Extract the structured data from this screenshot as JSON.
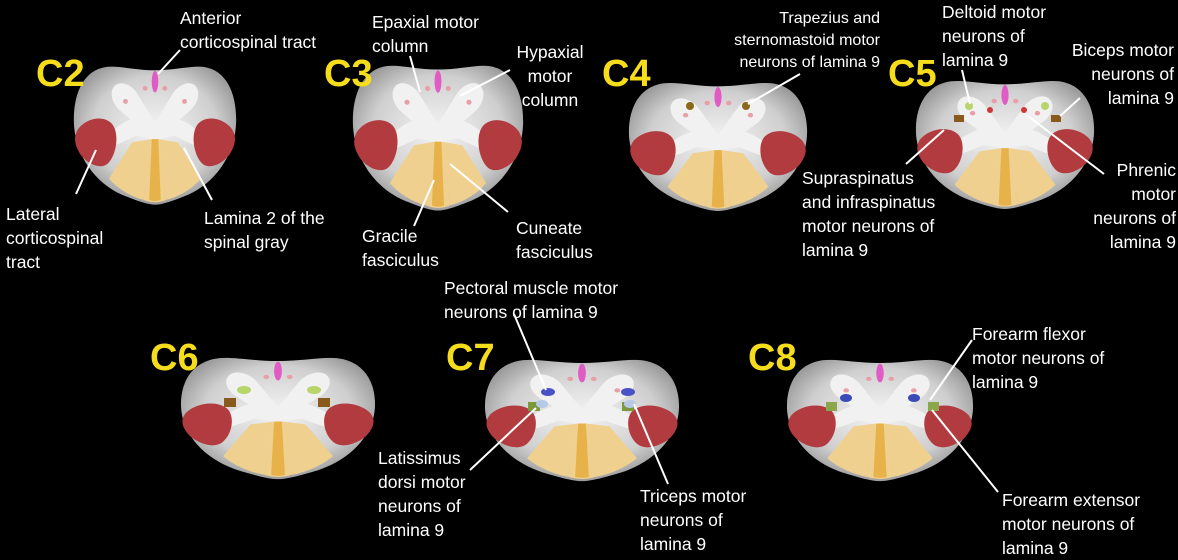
{
  "levels": [
    "C2",
    "C3",
    "C4",
    "C5",
    "C6",
    "C7",
    "C8"
  ],
  "labels": {
    "anterior_cst": [
      "Anterior",
      "corticospinal tract"
    ],
    "lateral_cst": [
      "Lateral",
      "corticospinal",
      "tract"
    ],
    "lamina2": [
      "Lamina 2 of the",
      "spinal gray"
    ],
    "epaxial": [
      "Epaxial motor",
      "column"
    ],
    "hypaxial": [
      "Hypaxial",
      "motor",
      "column"
    ],
    "gracile": [
      "Gracile",
      "fasciculus"
    ],
    "cuneate": [
      "Cuneate",
      "fasciculus"
    ],
    "trapezius": [
      "Trapezius and",
      "sternomastoid motor",
      "neurons of lamina 9"
    ],
    "deltoid": [
      "Deltoid motor",
      "neurons of",
      "lamina 9"
    ],
    "biceps": [
      "Biceps motor",
      "neurons of",
      "lamina 9"
    ],
    "supraspinatus": [
      "Supraspinatus",
      "and infraspinatus",
      "motor neurons of",
      "lamina 9"
    ],
    "phrenic": [
      "Phrenic",
      "motor",
      "neurons of",
      "lamina 9"
    ],
    "pectoral": [
      "Pectoral muscle motor",
      "neurons of lamina 9"
    ],
    "latissimus": [
      "Latissimus",
      "dorsi motor",
      "neurons of",
      "lamina 9"
    ],
    "triceps": [
      "Triceps motor",
      "neurons of",
      "lamina 9"
    ],
    "forearm_flexor": [
      "Forearm flexor",
      "motor neurons of",
      "lamina 9"
    ],
    "forearm_extensor": [
      "Forearm extensor",
      "motor neurons of",
      "lamina 9"
    ]
  },
  "colors": {
    "white_matter": "#c9c9c9",
    "gray_matter": "#f1f1f1",
    "lateral_cst": "#b23b40",
    "anterior_cst": "#e05cc4",
    "gracile": "#e7b24a",
    "cuneate": "#efd08f",
    "level_label": "#f6dd1c",
    "epaxial": "#e8a0a8",
    "trapezius": "#8a6a1a",
    "deltoid": "#b8d46a",
    "biceps": "#8a5a1c",
    "phrenic": "#d03838",
    "pectoral": "#4a52c8",
    "latissimus": "#7a9a3a",
    "triceps": "#b8c8e8",
    "forearm_flexor": "#3a4ab8",
    "forearm_extensor": "#8aa84a"
  }
}
